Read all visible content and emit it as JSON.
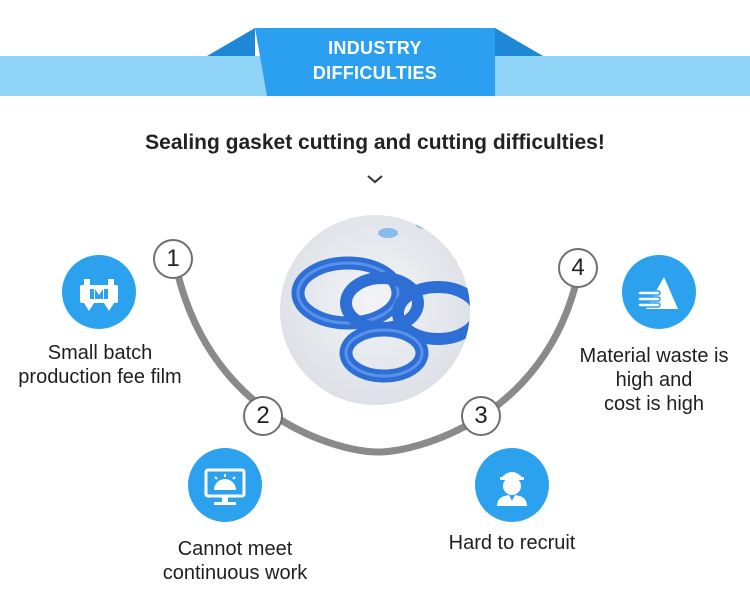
{
  "banner": {
    "line1": "INDUSTRY",
    "line2": "DIFFICULTIES"
  },
  "subtitle": "Sealing gasket cutting and cutting difficulties!",
  "colors": {
    "accent": "#2ca2ee",
    "banner_strip": "#8fd3f7",
    "banner_dark": "#1e88d6",
    "arc": "#8a8a8a"
  },
  "items": [
    {
      "number": "1",
      "icon": "small-batch-icon",
      "label_lines": [
        "Small batch",
        "production fee film"
      ]
    },
    {
      "number": "2",
      "icon": "monitor-alert-icon",
      "label_lines": [
        "Cannot meet",
        "continuous work"
      ]
    },
    {
      "number": "3",
      "icon": "worker-icon",
      "label_lines": [
        "Hard to recruit"
      ]
    },
    {
      "number": "4",
      "icon": "material-stack-icon",
      "label_lines": [
        "Material waste is",
        "high and",
        "cost is high"
      ]
    }
  ]
}
